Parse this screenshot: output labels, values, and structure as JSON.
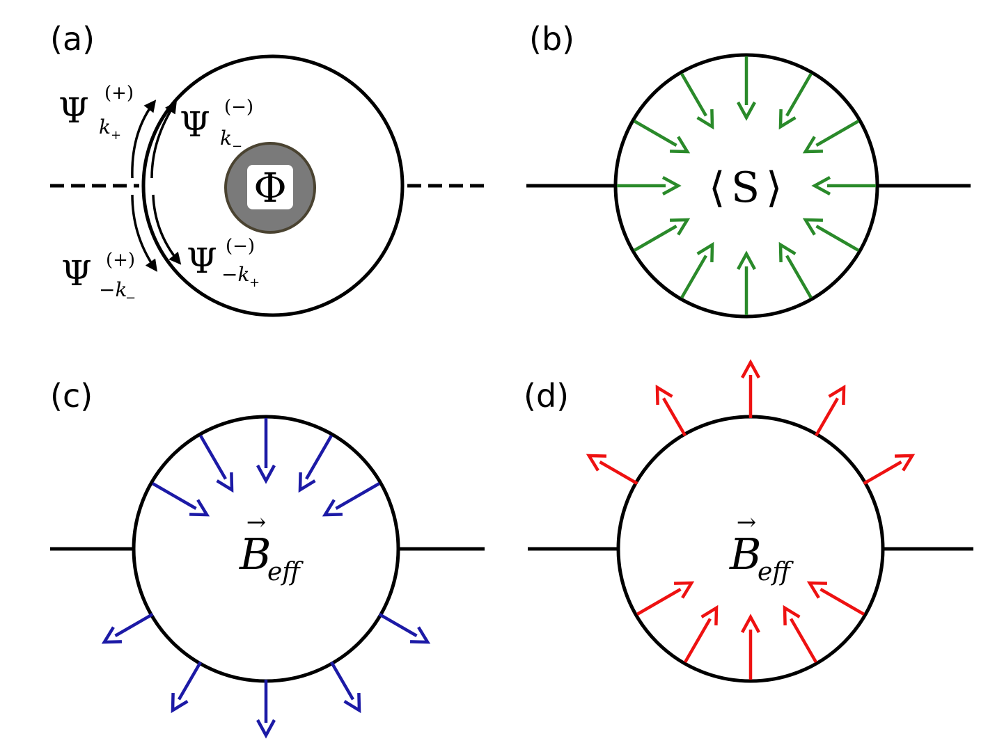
{
  "panels": {
    "a": {
      "label": "(a)",
      "flux_symbol": "Φ",
      "states": {
        "upper_left": {
          "base": "Ψ",
          "sup": "(+)",
          "sub": "k",
          "subsub": "+"
        },
        "upper_right": {
          "base": "Ψ",
          "sup": "(−)",
          "sub": "k",
          "subsub": "−"
        },
        "lower_left": {
          "base": "Ψ",
          "sup": "(+)",
          "sub": "−k",
          "subsub": "−"
        },
        "lower_right": {
          "base": "Ψ",
          "sup": "(−)",
          "sub": "−k",
          "subsub": "+"
        }
      }
    },
    "b": {
      "label": "(b)",
      "left_bracket": "⟨",
      "symbol": "S",
      "right_bracket": "⟩",
      "arrow_color": "#2a8a2a"
    },
    "c": {
      "label": "(c)",
      "field_symbol": "B",
      "field_subscript": "eff",
      "vector_mark": "→",
      "arrow_color": "#1c1aa6"
    },
    "d": {
      "label": "(d)",
      "field_symbol": "B",
      "field_subscript": "eff",
      "vector_mark": "→",
      "arrow_color": "#ee1111"
    }
  }
}
